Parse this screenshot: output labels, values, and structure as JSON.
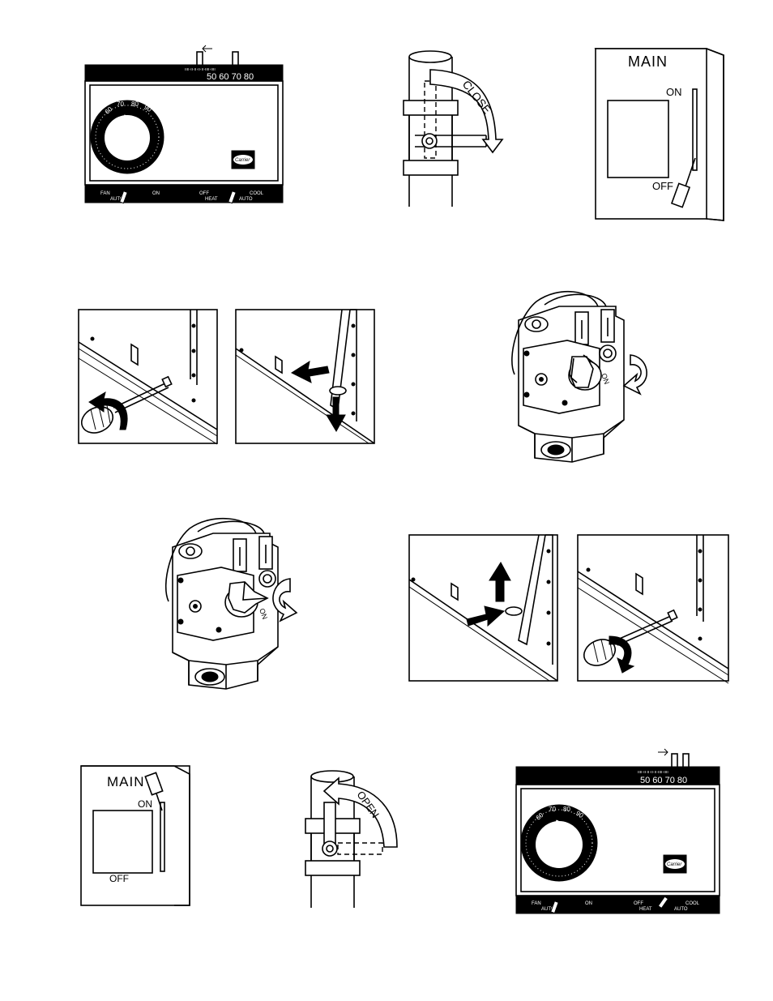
{
  "thermostat": {
    "scale_numbers": "50 60 70 80",
    "dial_numbers": [
      "60",
      "70",
      "80",
      "90"
    ],
    "brand": "Carrier",
    "fan_label": "FAN",
    "fan_auto": "AUTO",
    "on_label": "ON",
    "off_label": "OFF",
    "heat_label": "HEAT",
    "cool_label": "COOL",
    "mode_auto": "AUTO"
  },
  "valve_close": {
    "label": "CLOSE"
  },
  "valve_open": {
    "label": "OPEN"
  },
  "switch": {
    "title": "MAIN",
    "on": "ON",
    "off": "OFF"
  },
  "gas_valve": {
    "knob_on": "ON"
  }
}
